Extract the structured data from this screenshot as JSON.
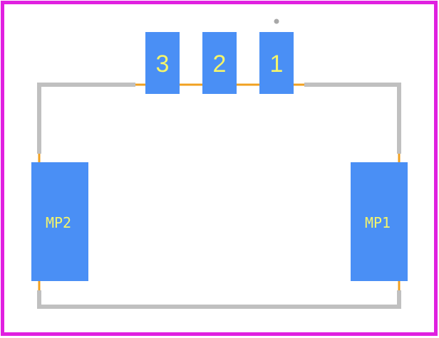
{
  "footprint": {
    "colors": {
      "border": "#e020e0",
      "outline": "#c0c0c0",
      "pad": "#4a8ff5",
      "courtyard": "#f0a020",
      "label": "#f5f56a",
      "marker": "#a8a8a8"
    },
    "pads": [
      {
        "id": "pad-3",
        "label": "3"
      },
      {
        "id": "pad-2",
        "label": "2"
      },
      {
        "id": "pad-1",
        "label": "1"
      }
    ],
    "mounting_pads": [
      {
        "id": "mp2",
        "label": "MP2"
      },
      {
        "id": "mp1",
        "label": "MP1"
      }
    ]
  }
}
